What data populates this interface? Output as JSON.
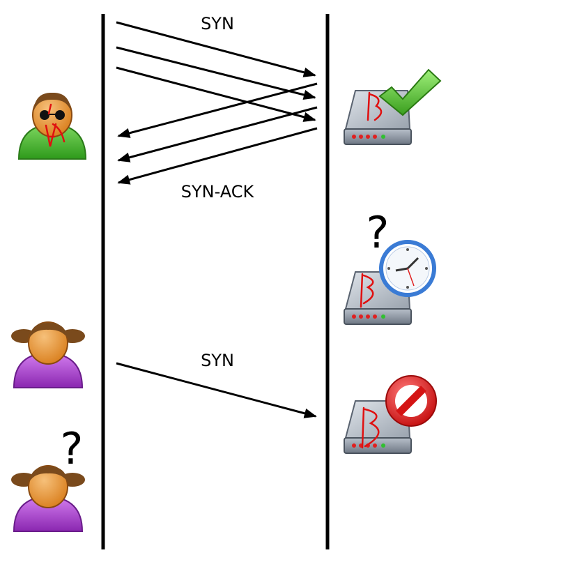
{
  "labels": {
    "syn_top": "SYN",
    "syn_ack": "SYN-ACK",
    "syn_bottom": "SYN",
    "question_server": "?",
    "question_user": "?"
  },
  "colors": {
    "line": "#000000",
    "attacker_body": "#3fae2a",
    "user_body": "#a53bc9",
    "skin": "#e8952e",
    "hair": "#7a4a1c",
    "server_body": "#8a93a0",
    "check": "#4fb82b",
    "block": "#e21b1b",
    "clock_ring": "#3a7bd5",
    "annotation": "#e01010"
  },
  "icons": {
    "attacker": "attacker-icon",
    "legit_user": "user-icon",
    "waiting_user": "user-icon",
    "server_ok": "server-check-icon",
    "server_wait": "server-clock-icon",
    "server_blocked": "server-blocked-icon"
  }
}
